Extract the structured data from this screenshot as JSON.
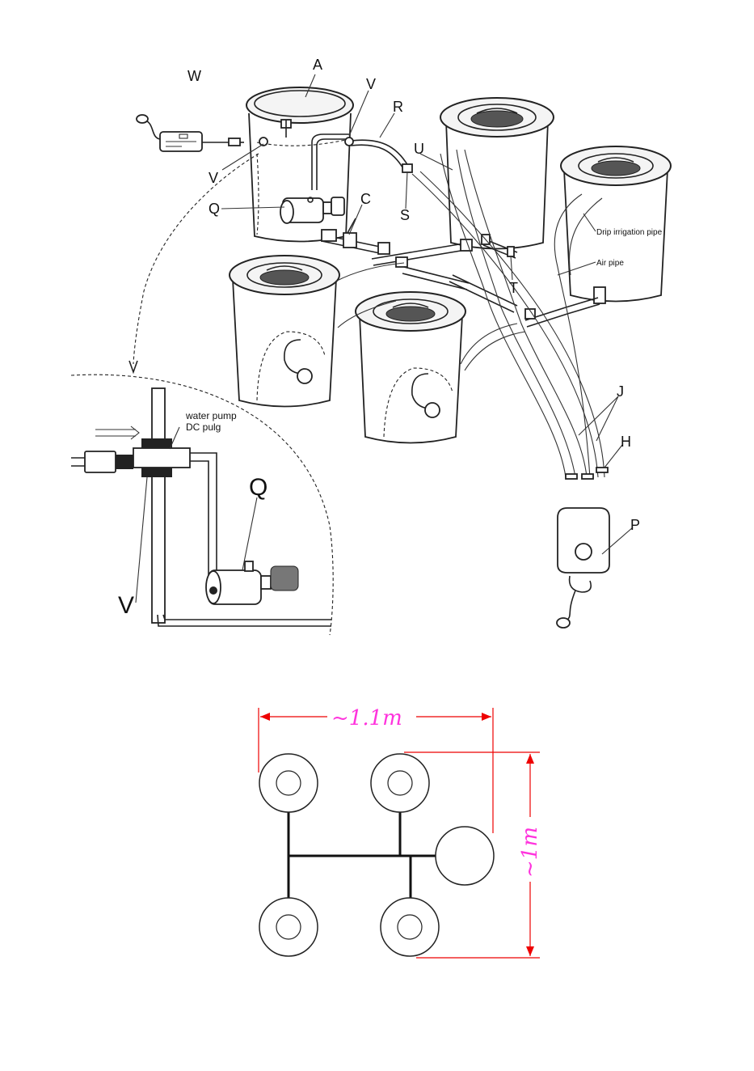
{
  "labels": {
    "W": "W",
    "A": "A",
    "V_top": "V",
    "R": "R",
    "U": "U",
    "V_left": "V",
    "Q_top": "Q",
    "C": "C",
    "S": "S",
    "T": "T",
    "J": "J",
    "H": "H",
    "P": "P",
    "Q_detail": "Q",
    "V_detail": "V"
  },
  "annotations": {
    "drip_pipe": "Drip irrigation pipe",
    "air_pipe": "Air pipe",
    "pump_line1": "water pump",
    "pump_line2": "DC pulg"
  },
  "dimensions": {
    "width": "~1.1m",
    "height": "~1m"
  },
  "colors": {
    "line": "#222222",
    "dimension_line": "#ee0000",
    "dimension_text": "#ff33dd"
  }
}
